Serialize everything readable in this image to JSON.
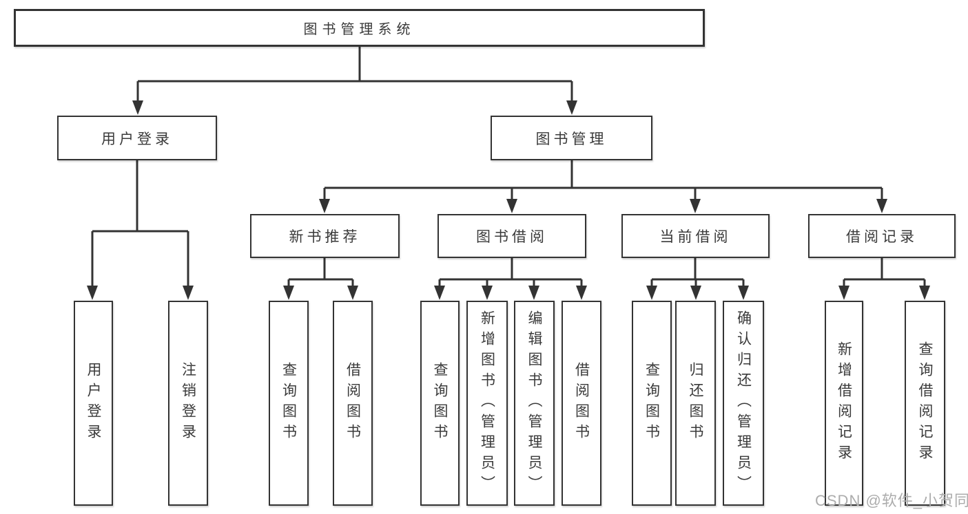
{
  "diagram_type": "hierarchy-tree",
  "colors": {
    "line": "#333333",
    "box_border": "#333333",
    "text": "#3a3a3a",
    "watermark": "#acacac",
    "background": "#ffffff"
  },
  "tree": {
    "root": {
      "label": "图书管理系统",
      "children": [
        {
          "label": "用户登录",
          "children": [
            {
              "label": "用户登录"
            },
            {
              "label": "注销登录"
            }
          ]
        },
        {
          "label": "图书管理",
          "children": [
            {
              "label": "新书推荐",
              "children": [
                {
                  "label": "查询图书"
                },
                {
                  "label": "借阅图书"
                }
              ]
            },
            {
              "label": "图书借阅",
              "children": [
                {
                  "label": "查询图书"
                },
                {
                  "label": "新增图书（管理员）"
                },
                {
                  "label": "编辑图书（管理员）"
                },
                {
                  "label": "借阅图书"
                }
              ]
            },
            {
              "label": "当前借阅",
              "children": [
                {
                  "label": "查询图书"
                },
                {
                  "label": "归还图书"
                },
                {
                  "label": "确认归还（管理员）"
                }
              ]
            },
            {
              "label": "借阅记录",
              "children": [
                {
                  "label": "新增借阅记录"
                },
                {
                  "label": "查询借阅记录"
                }
              ]
            }
          ]
        }
      ]
    }
  },
  "watermark": {
    "text": "CSDN @软件_小贺同学"
  }
}
